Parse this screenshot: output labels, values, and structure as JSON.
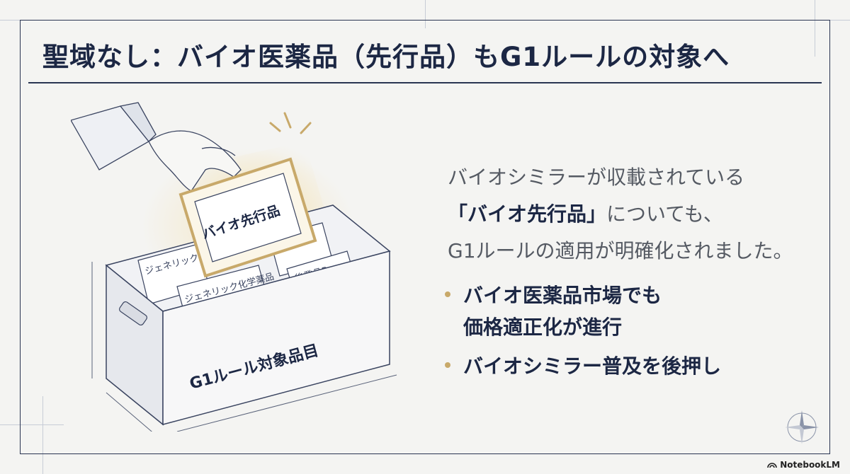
{
  "title": "聖域なし：バイオ医薬品（先行品）もG1ルールの対象へ",
  "illustration": {
    "card_highlight": "バイオ先行品",
    "cards": [
      "ジェネリック化学薬品",
      "ジェネリック化学薬品",
      "後発品A",
      "後発品B",
      "後発品A"
    ],
    "box_label": "G1ルール対象品目"
  },
  "description": {
    "line1": "バイオシミラーが収載されている",
    "line2_highlight": "「バイオ先行品」",
    "line2_rest": "についても、",
    "line3": "G1ルールの適用が明確化されました。"
  },
  "bullets": [
    "バイオ医薬品市場でも\n価格適正化が進行",
    "バイオシミラー普及を後押し"
  ],
  "brand": "NotebookLM",
  "colors": {
    "navy": "#1c2744",
    "gold": "#c8a96a",
    "gray_text": "#555a63"
  }
}
